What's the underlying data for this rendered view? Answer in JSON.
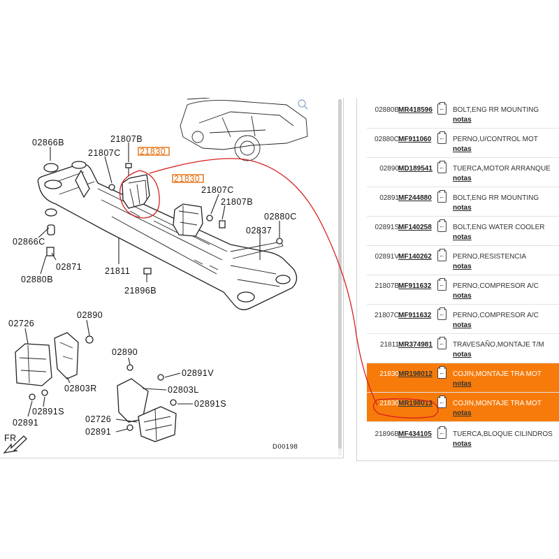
{
  "diagram": {
    "callouts": {
      "c02866b": "02866B",
      "c21807b_top": "21807B",
      "c21807c_top": "21807C",
      "c21830_a": "21830",
      "c21830_b": "21830",
      "c21807c_mid": "21807C",
      "c21807b_mid": "21807B",
      "c02880c": "02880C",
      "c02837": "02837",
      "c02866c": "02866C",
      "c02871": "02871",
      "c02880b": "02880B",
      "c21811": "21811",
      "c21896b": "21896B",
      "c02726_l": "02726",
      "c02890_l": "02890",
      "c02803r": "02803R",
      "c02891s_l": "02891S",
      "c02891_l": "02891",
      "c02890_r": "02890",
      "c02891v": "02891V",
      "c02803l": "02803L",
      "c02891s_r": "02891S",
      "c02726_r": "02726",
      "c02891_r": "02891",
      "fr": "FR",
      "code": "D00198"
    },
    "highlight_color": "#e36c0a"
  },
  "parts": [
    {
      "ref": "02880B",
      "pn": "MR418596",
      "desc": "BOLT,ENG RR MOUNTING",
      "notes": "notas",
      "highlighted": false
    },
    {
      "ref": "02880C",
      "pn": "MF911060",
      "desc": "PERNO,U/CONTROL MOT",
      "notes": "notas",
      "highlighted": false
    },
    {
      "ref": "02890",
      "pn": "MD189541",
      "desc": "TUERCA,MOTOR ARRANQUE",
      "notes": "notas",
      "highlighted": false
    },
    {
      "ref": "02891",
      "pn": "MF244880",
      "desc": "BOLT,ENG RR MOUNTING",
      "notes": "notas",
      "highlighted": false
    },
    {
      "ref": "02891S",
      "pn": "MF140258",
      "desc": "BOLT,ENG WATER COOLER",
      "notes": "notas",
      "highlighted": false
    },
    {
      "ref": "02891V",
      "pn": "MF140262",
      "desc": "PERNO,RESISTENCIA",
      "notes": "notas",
      "highlighted": false
    },
    {
      "ref": "21807B",
      "pn": "MF911632",
      "desc": "PERNO,COMPRESOR A/C",
      "notes": "notas",
      "highlighted": false
    },
    {
      "ref": "21807C",
      "pn": "MF911632",
      "desc": "PERNO,COMPRESOR A/C",
      "notes": "notas",
      "highlighted": false
    },
    {
      "ref": "21811",
      "pn": "MR374981",
      "desc": "TRAVESAÑO,MONTAJE T/M",
      "notes": "notas",
      "highlighted": false
    },
    {
      "ref": "21830",
      "pn": "MR198012",
      "desc": "COJIN,MONTAJE TRA MOT",
      "notes": "notas",
      "highlighted": true
    },
    {
      "ref": "21830",
      "pn": "MR198013",
      "desc": "COJIN,MONTAJE TRA MOT",
      "notes": "notas",
      "highlighted": true
    },
    {
      "ref": "21896B",
      "pn": "MF434105",
      "desc": "TUERCA,BLOQUE CILINDROS",
      "notes": "notas",
      "highlighted": false
    }
  ],
  "colors": {
    "highlight_row": "#f77b0b",
    "annotation": "#d62020"
  }
}
